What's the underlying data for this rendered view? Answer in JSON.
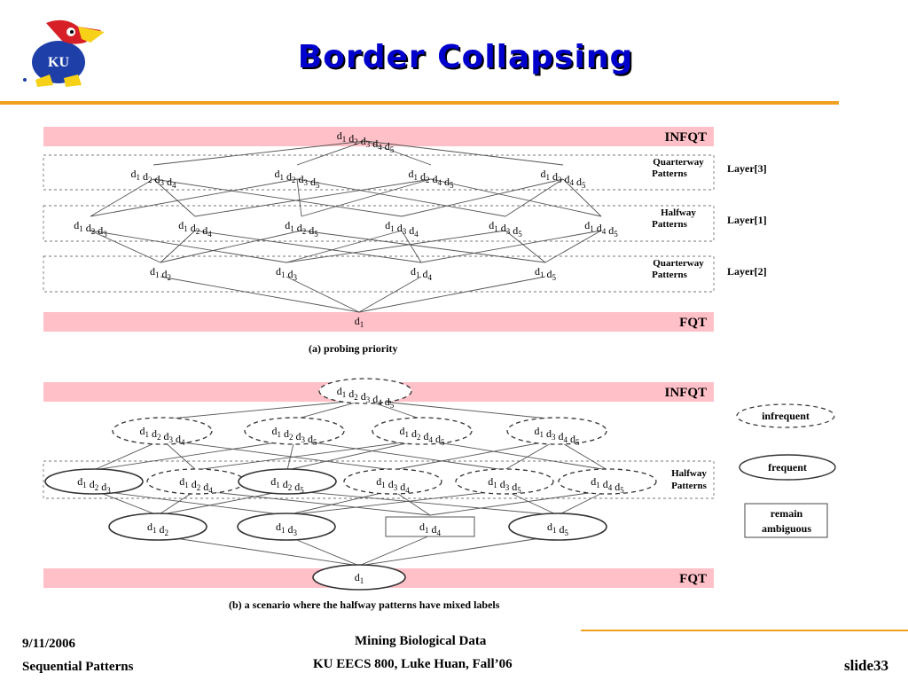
{
  "slide": {
    "title": "Border Collapsing",
    "footer": {
      "date": "9/11/2006",
      "topic": "Sequential Patterns",
      "course_line1": "Mining Biological Data",
      "course_line2": "KU EECS 800, Luke Huan, Fall’06",
      "slide_number": "slide33"
    }
  },
  "diagram": {
    "band_top": "INFQT",
    "band_bottom": "FQT",
    "quarter_label": [
      "Quarterway",
      "Patterns"
    ],
    "half_label": [
      "Halfway",
      "Patterns"
    ],
    "layer3": "Layer[3]",
    "layer1": "Layer[1]",
    "layer2": "Layer[2]",
    "caption_a": "(a) probing priority",
    "caption_b": "(b) a scenario where the halfway patterns have mixed labels",
    "legend_infrequent": "infrequent",
    "legend_frequent": "frequent",
    "legend_ambiguous": [
      "remain",
      "ambiguous"
    ],
    "patterns": {
      "top": "1,2,3,4,5",
      "quarter_upper": [
        "1,2,3,4",
        "1,2,3,5",
        "1,2,4,5",
        "1,3,4,5"
      ],
      "halfway": [
        "1,2,3",
        "1,2,4",
        "1,2,5",
        "1,3,4",
        "1,3,5",
        "1,4,5"
      ],
      "quarter_lower": [
        "1,2",
        "1,3",
        "1,4",
        "1,5"
      ],
      "bottom": "1"
    },
    "scenario_b_states": {
      "top": "infrequent",
      "quarter_upper": [
        "infrequent",
        "infrequent",
        "infrequent",
        "infrequent"
      ],
      "halfway": [
        "frequent",
        "infrequent",
        "frequent",
        "infrequent",
        "infrequent",
        "infrequent"
      ],
      "quarter_lower": [
        "frequent",
        "frequent",
        "ambiguous",
        "frequent"
      ],
      "bottom": "frequent"
    },
    "colors": {
      "band": "#ffc0c8",
      "line": "#555555",
      "accent_rule": "#f0a020",
      "title": "#0000cc"
    }
  }
}
